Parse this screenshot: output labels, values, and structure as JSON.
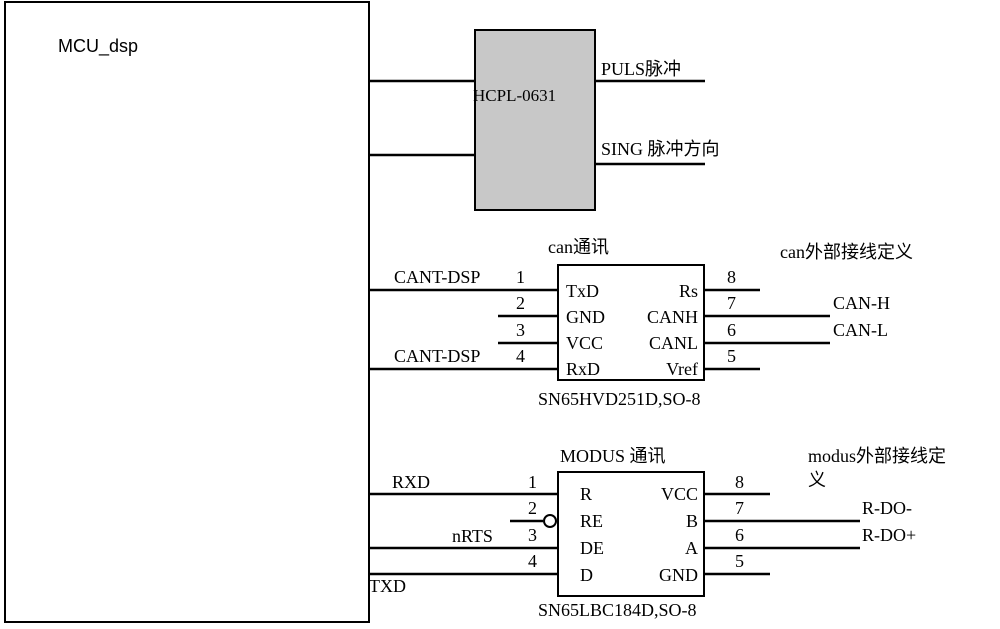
{
  "mcu": {
    "label": "MCU_dsp"
  },
  "optocoupler": {
    "part": "HCPL-0631",
    "out1": "PULS脉冲",
    "out2": "SING 脉冲方向"
  },
  "can": {
    "title": "can通讯",
    "part": "SN65HVD251D,SO-8",
    "external_title": "can外部接线定义",
    "net1": "CANT-DSP",
    "net4": "CANT-DSP",
    "pins_left": [
      "1",
      "2",
      "3",
      "4"
    ],
    "pins_right": [
      "8",
      "7",
      "6",
      "5"
    ],
    "names_left": [
      "TxD",
      "GND",
      "VCC",
      "RxD"
    ],
    "names_right": [
      "Rs",
      "CANH",
      "CANL",
      "Vref"
    ],
    "ext_h": "CAN-H",
    "ext_l": "CAN-L"
  },
  "modbus": {
    "title": "MODUS 通讯",
    "part": "SN65LBC184D,SO-8",
    "external_title_line1": "modus外部接线定",
    "external_title_line2": "义",
    "net_rxd": "RXD",
    "net_nrts": "nRTS",
    "net_txd": "TXD",
    "pins_left": [
      "1",
      "2",
      "3",
      "4"
    ],
    "pins_right": [
      "8",
      "7",
      "6",
      "5"
    ],
    "names_left": [
      "R",
      "RE",
      "DE",
      "D"
    ],
    "names_right": [
      "VCC",
      "B",
      "A",
      "GND"
    ],
    "ext_minus": "R-DO-",
    "ext_plus": "R-DO+"
  }
}
